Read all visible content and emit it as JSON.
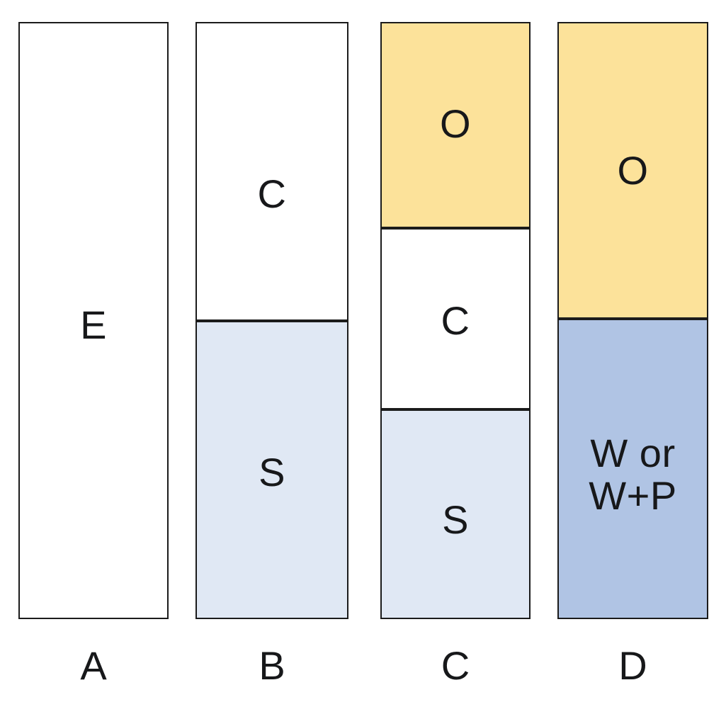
{
  "chart_data": {
    "type": "bar",
    "title": "",
    "subtitle": "",
    "xlabel": "",
    "ylabel": "",
    "orientation": "vertical",
    "stacked": true,
    "grid": false,
    "legend": "none",
    "axis_range_note": "all columns share identical full height",
    "categories": [
      "A",
      "B",
      "C",
      "D"
    ],
    "segment_keys": [
      "E",
      "C",
      "S",
      "O",
      "W or W+P"
    ],
    "colors": {
      "white": "#ffffff",
      "light_blue": "#e0e8f4",
      "yellow": "#fce29a",
      "mid_blue": "#b0c4e4",
      "outline": "#1b1b1b",
      "text": "#17181a",
      "background": "#ffffff"
    },
    "columns": [
      {
        "category": "A",
        "segments": [
          {
            "label": "E",
            "fraction": 1.0,
            "fill": "white"
          }
        ]
      },
      {
        "category": "B",
        "segments": [
          {
            "label": "C",
            "fraction": 0.5,
            "fill": "white"
          },
          {
            "label": "S",
            "fraction": 0.5,
            "fill": "light_blue"
          }
        ]
      },
      {
        "category": "C",
        "segments": [
          {
            "label": "O",
            "fraction": 0.345,
            "fill": "yellow"
          },
          {
            "label": "C",
            "fraction": 0.304,
            "fill": "white"
          },
          {
            "label": "S",
            "fraction": 0.351,
            "fill": "light_blue"
          }
        ]
      },
      {
        "category": "D",
        "segments": [
          {
            "label": "O",
            "fraction": 0.497,
            "fill": "yellow"
          },
          {
            "label": "W or\nW+P",
            "fraction": 0.503,
            "fill": "mid_blue"
          }
        ]
      }
    ]
  },
  "columns": {
    "a": {
      "axis_label": "A",
      "seg_e": "E"
    },
    "b": {
      "axis_label": "B",
      "seg_c": "C",
      "seg_s": "S"
    },
    "c": {
      "axis_label": "C",
      "seg_o": "O",
      "seg_c": "C",
      "seg_s": "S"
    },
    "d": {
      "axis_label": "D",
      "seg_o": "O",
      "seg_w": "W or\nW+P"
    }
  }
}
